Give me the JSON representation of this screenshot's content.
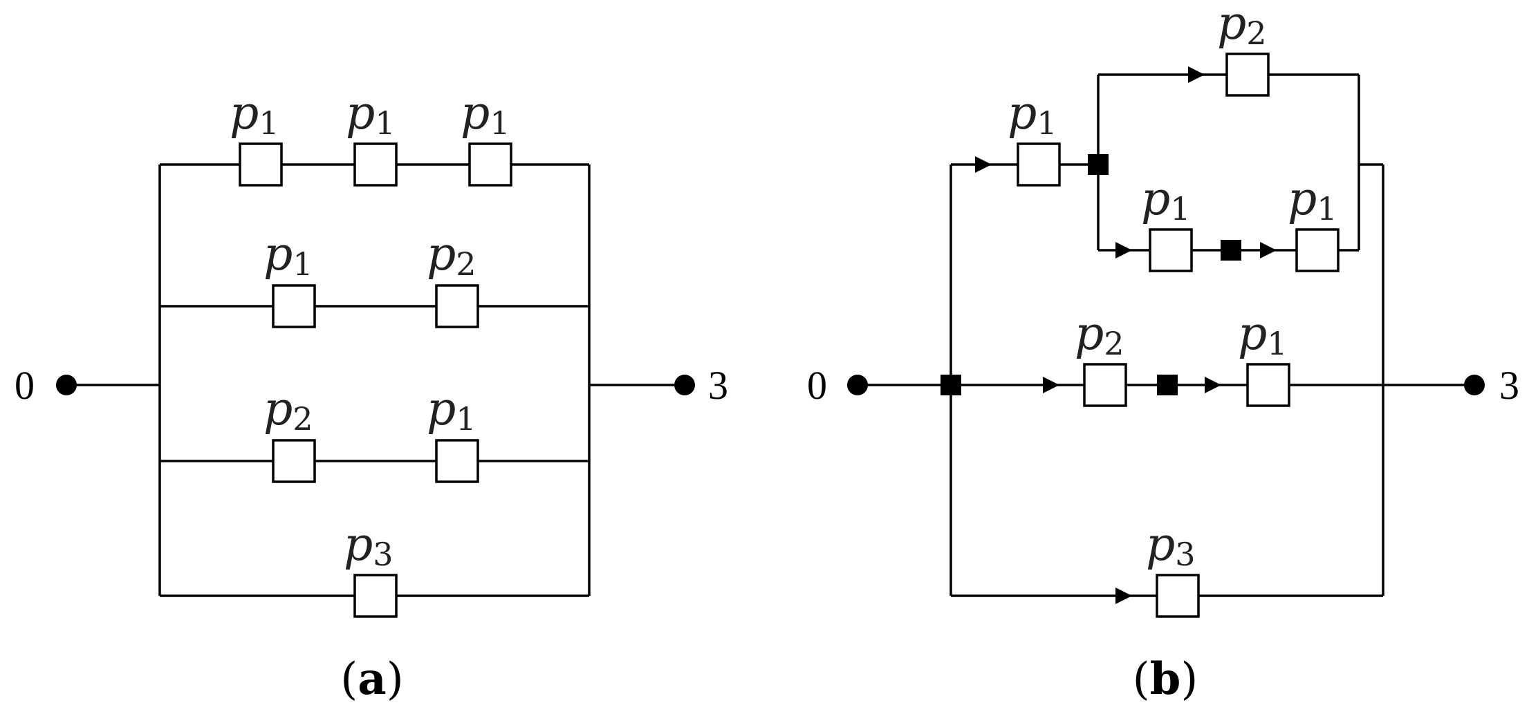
{
  "panels": [
    {
      "caption_open": "(",
      "caption_letter": "a",
      "caption_close": ")",
      "start_node": "0",
      "end_node": "3",
      "branches": [
        {
          "elements": [
            "p1",
            "p1",
            "p1"
          ]
        },
        {
          "elements": [
            "p1",
            "p2"
          ]
        },
        {
          "elements": [
            "p2",
            "p1"
          ]
        },
        {
          "elements": [
            "p3"
          ]
        }
      ]
    },
    {
      "caption_open": "(",
      "caption_letter": "b",
      "caption_close": ")",
      "start_node": "0",
      "end_node": "3",
      "branches": [
        {
          "elements": [
            "p1"
          ],
          "splits_into": [
            {
              "elements": [
                "p2"
              ]
            },
            {
              "elements": [
                "p1",
                "p1"
              ]
            }
          ]
        },
        {
          "elements": [
            "p2",
            "p1"
          ]
        },
        {
          "elements": [
            "p3"
          ]
        }
      ]
    }
  ],
  "label_base": "p",
  "subscripts": {
    "p1": "1",
    "p2": "2",
    "p3": "3"
  }
}
